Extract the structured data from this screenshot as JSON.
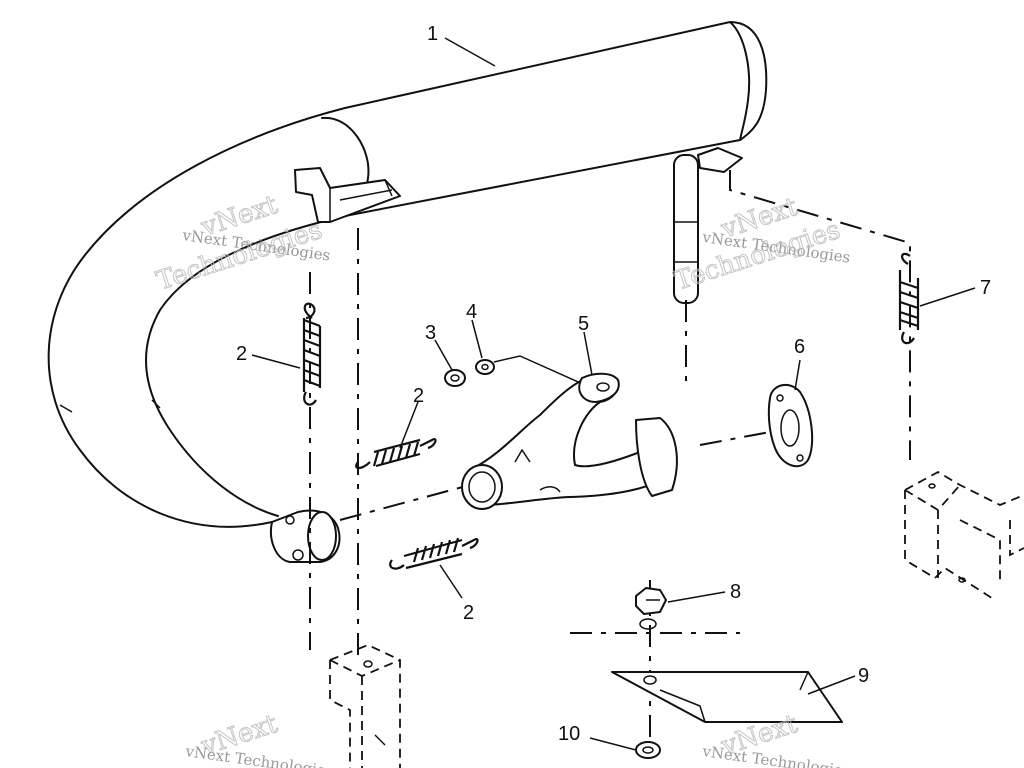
{
  "callouts": {
    "muffler": "1",
    "spring_left": "2",
    "spring_middle_upper": "2",
    "spring_middle_lower": "2",
    "nut": "3",
    "washer": "4",
    "y_pipe": "5",
    "gasket": "6",
    "spring_right": "7",
    "lock_nut": "8",
    "plate": "9",
    "lower_washer": "10"
  },
  "watermark": {
    "line1": "vNext",
    "line2": "Technologies",
    "full": "vNext Technologies"
  }
}
